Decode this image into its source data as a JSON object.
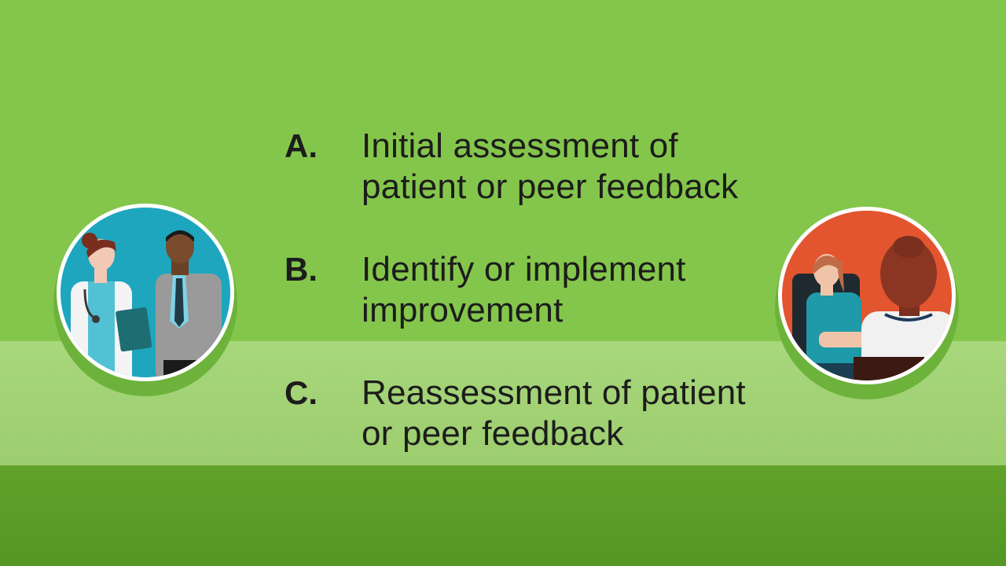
{
  "slide": {
    "colors": {
      "background_top": "#84c64b",
      "band": "#a8d77c",
      "bottom": "#5a9a26",
      "text": "#1c1c1c",
      "left_circle_bg": "#1ea6bf",
      "right_circle_bg": "#e2552f",
      "circle_border": "#ffffff",
      "circle_shadow": "#6db33b"
    },
    "illustrations": {
      "left": "doctor-and-businessman-illustration",
      "right": "patient-and-clinician-illustration"
    },
    "options": [
      {
        "letter": "A.",
        "line1": "Initial assessment of",
        "line2": "patient or peer feedback"
      },
      {
        "letter": "B.",
        "line1": "Identify or implement",
        "line2": "improvement"
      },
      {
        "letter": "C.",
        "line1": "Reassessment of patient",
        "line2": "or peer feedback"
      }
    ]
  }
}
